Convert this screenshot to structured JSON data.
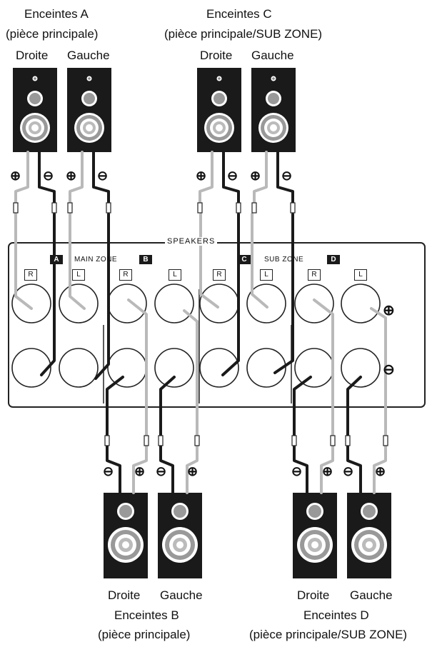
{
  "labels": {
    "spk_a_title": "Enceintes A",
    "spk_a_room": "(pièce principale)",
    "spk_c_title": "Enceintes C",
    "spk_c_room": "(pièce principale/SUB ZONE)",
    "spk_b_title": "Enceintes B",
    "spk_b_room": "(pièce principale)",
    "spk_d_title": "Enceintes D",
    "spk_d_room": "(pièce principale/SUB ZONE)",
    "right": "Droite",
    "left": "Gauche"
  },
  "panel": {
    "title": "SPEAKERS",
    "main_zone": "MAIN ZONE",
    "sub_zone": "SUB ZONE",
    "badges": [
      "A",
      "B",
      "C",
      "D"
    ],
    "channel_labels": [
      "R",
      "L",
      "R",
      "L",
      "R",
      "L",
      "R",
      "L"
    ],
    "plus_sign": "+",
    "minus_sign": "−"
  },
  "terminals": {
    "plus": "⊕",
    "minus": "⊖"
  },
  "colors": {
    "speaker_body": "#1a1a1a",
    "positive_wire": "#b9b9b9",
    "negative_wire": "#1a1a1a"
  }
}
